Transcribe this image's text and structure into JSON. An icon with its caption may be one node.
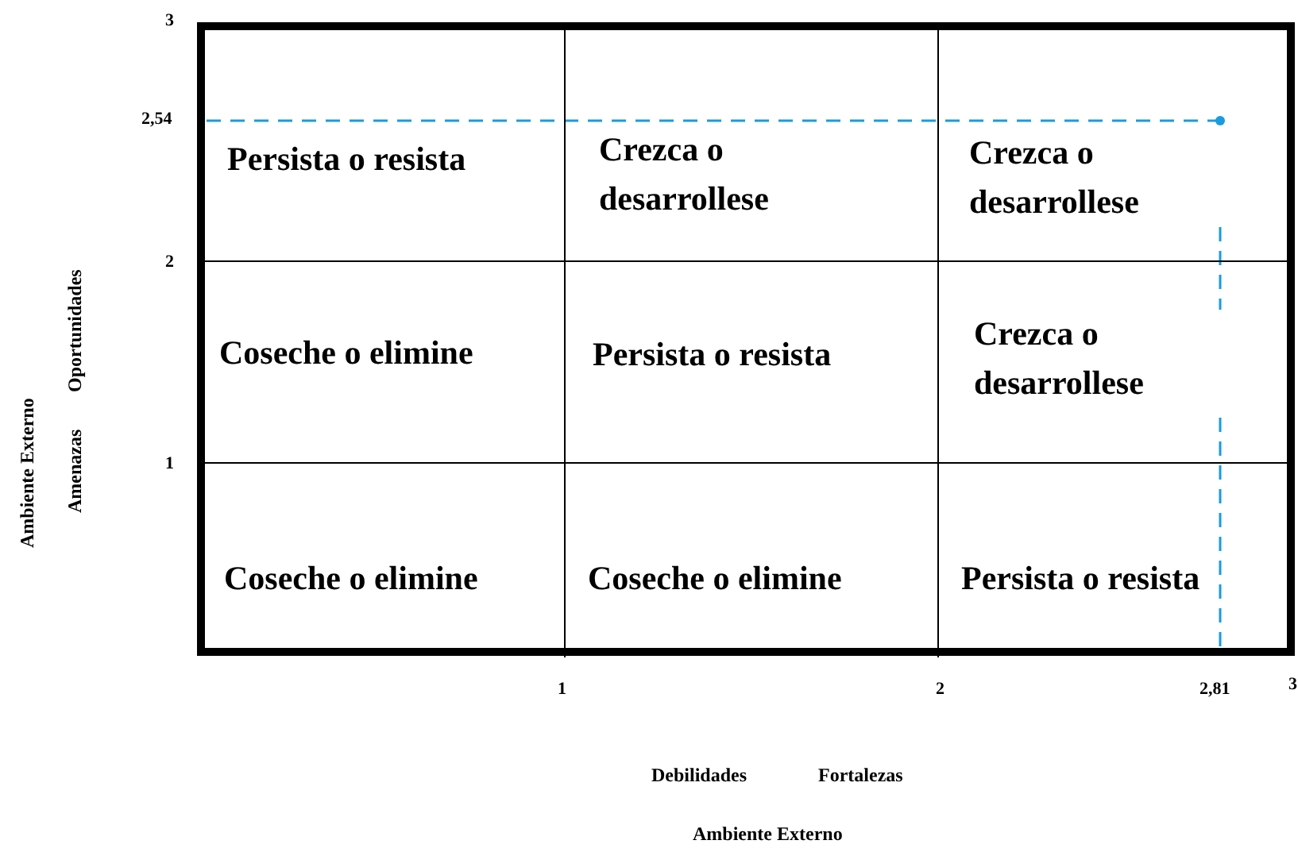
{
  "diagram": {
    "nodes": [
      {
        "text": [
          "Persista o resista"
        ]
      },
      {
        "text": [
          "Crezca o desarrollese"
        ]
      },
      {
        "text": [
          "Crezca o desarrollese"
        ]
      },
      {
        "text": [
          "Coseche o elimine"
        ]
      },
      {
        "text": [
          "Persista o resista"
        ]
      },
      {
        "text": [
          "Crezca o desarrollese"
        ]
      },
      {
        "text": [
          "Coseche o elimine"
        ]
      },
      {
        "text": [
          "Coseche o elimine"
        ]
      },
      {
        "text": [
          "Persista o resista"
        ]
      }
    ],
    "labels": [
      "3",
      "2,54",
      "2",
      "1",
      "Ambiente Externo",
      "Oportunidades",
      "Amenazas",
      "1",
      "2",
      "2,81",
      "3",
      "Debilidades",
      "Fortalezas",
      "Ambiente Externo"
    ]
  }
}
